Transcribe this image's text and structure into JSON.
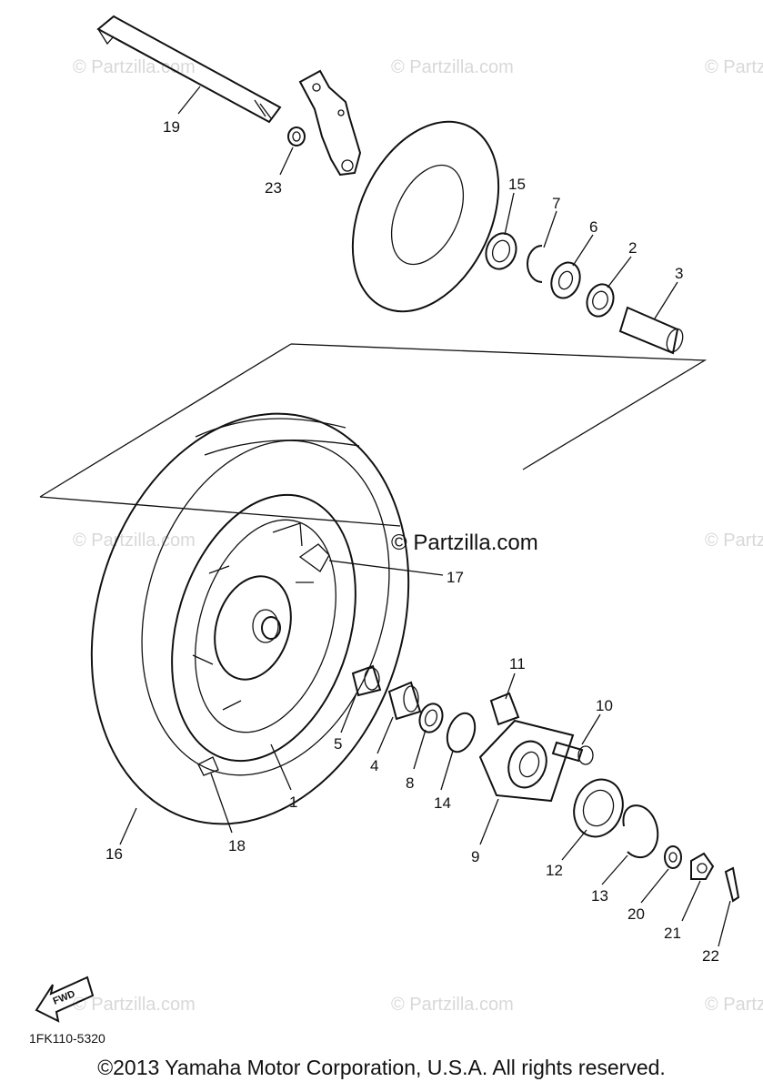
{
  "diagram": {
    "diagram_code": "1FK110-5320",
    "copyright": "©2013 Yamaha Motor Corporation, U.S.A. All rights reserved.",
    "watermark_text": "© Partzilla.com",
    "main_watermark": "© Partzilla.com",
    "fwd_label": "FWD",
    "callouts": [
      "19",
      "23",
      "15",
      "7",
      "6",
      "2",
      "3",
      "17",
      "11",
      "10",
      "5",
      "4",
      "8",
      "14",
      "9",
      "1",
      "16",
      "18",
      "12",
      "13",
      "20",
      "21",
      "22"
    ]
  }
}
